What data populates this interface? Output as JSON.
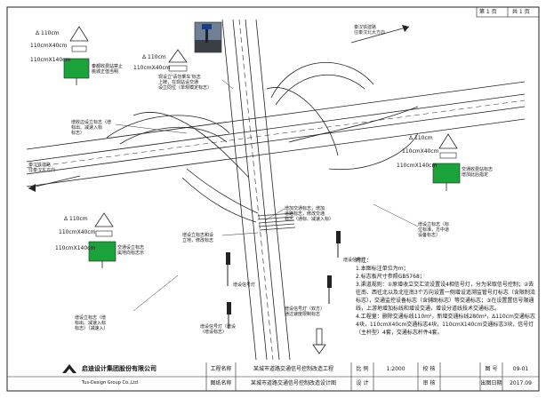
{
  "sheet": {
    "page_label": "第 1 页",
    "total_label": "共 1 页"
  },
  "roads": {
    "top_right": "秦汉铁建路\n往秦汉北大方向",
    "left": "秦汉铁建路\n往秦汉东方向"
  },
  "sign_sizes": {
    "a": "Δ 110cm",
    "b": "110cmX40cm",
    "c": "110cmX140cm"
  },
  "callouts": {
    "sign_upper_left": "秦都收费站禁止\n桃城正值当明",
    "sign_top_mid": "现设立'请勿乘车'标志\n上牌，在现站设交通\n设立同位（单规模定标志）",
    "ramp_left": "增收边设立标志（增\n标出、减速入标\n标志）",
    "sign_right": "交通收费站标志\n增加此后指定",
    "right_mid": "增设立标志（标\n位标准，方中道\n设备标志）",
    "sign_lower_left": "交通设立标志\n属地向标志示",
    "lower_left": "增设立标志（增\n标出、减速入标\n标志）（减速入）",
    "mid_center": "增设立标志和设\n立地，修改标志",
    "center_right": "增加交通标志，增加\n道路标志，修改交通\n标志（通标、减速入标）",
    "signal_right": "增设信号灯",
    "pole_left": "增设信号灯",
    "pole_right": "增设信号灯（双方）\n通过速度限制标志",
    "bottom_center": "增设信号灯（增设\n（增设标志）"
  },
  "notes": {
    "title": "附注：",
    "items": [
      "1.本图标注单位为m；",
      "2.标志板尺寸参照GB5768；",
      "3.渠道规则：①原增收立交汇流设置设4相信号灯，分为采取信号控制；②去往南、西往北以及北往南3个方向设置一侧增设追溯监管号灯标志（含限制流标志），交通监控设备标志（含辅助标志）等交通标志；③在设置置信号限通线，上游地增加标线和增设交通，增设分道线技术交通标志。",
      "4.工程量：删除交通标线110m²，新增交通标线280m²，Δ110cm交通标志4块，110cmX40cm交通标志4块，110cmX140cm交通标志3块，信号灯（主杆型）4套，交通标志杆件4套。"
    ]
  },
  "title_block": {
    "company": "启迪设计集团股份有限公司",
    "company_en": "Tus-Design Group Co.,Ltd",
    "r1_label": "工程名称",
    "r1_value": "某城市道路交通信号控制改造工程",
    "r2_label": "图纸名称",
    "r2_value": "某城市道路交通信号控制改造设计图",
    "scale_label": "比 例",
    "scale_value": "1:2000",
    "review_label": "校 核",
    "design_label": "设 计",
    "audit_label": "审 核",
    "drawing_no_label": "图 号",
    "drawing_no_value": "09-01",
    "date_label": "出图日期",
    "date_value": "2017.09"
  },
  "colors": {
    "sign_green": "#1aa33a",
    "line": "#222222"
  }
}
